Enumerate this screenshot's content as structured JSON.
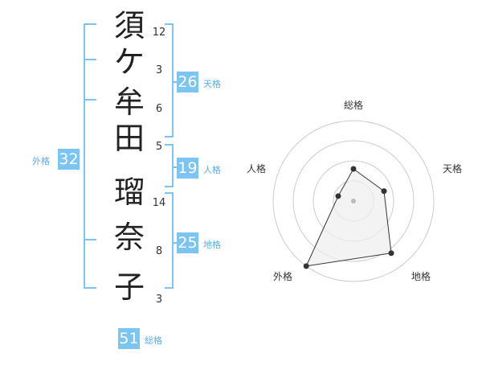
{
  "colors": {
    "accent": "#7cc4f2",
    "accent_text": "#5aaee6",
    "bracket": "#7cc4f2",
    "grid": "#cccccc",
    "polygon_fill": "#eeeeee",
    "polygon_stroke": "#333333"
  },
  "name": {
    "characters": [
      {
        "char": "須",
        "strokes": "12"
      },
      {
        "char": "ケ",
        "strokes": "3"
      },
      {
        "char": "牟",
        "strokes": "6"
      },
      {
        "char": "田",
        "strokes": "5"
      },
      {
        "char": "瑠",
        "strokes": "14"
      },
      {
        "char": "奈",
        "strokes": "8"
      },
      {
        "char": "子",
        "strokes": "3"
      }
    ]
  },
  "fortune": {
    "tenkaku": {
      "value": "26",
      "label": "天格"
    },
    "jinkaku": {
      "value": "19",
      "label": "人格"
    },
    "chikaku": {
      "value": "25",
      "label": "地格"
    },
    "gaikaku": {
      "value": "32",
      "label": "外格"
    },
    "soukaku": {
      "value": "51",
      "label": "総格"
    }
  },
  "chart_data": {
    "type": "radar",
    "axes": [
      "総格",
      "天格",
      "地格",
      "外格",
      "人格"
    ],
    "values": [
      2,
      2,
      4,
      5,
      1
    ],
    "rmax": 5,
    "grid_rings": 4
  }
}
